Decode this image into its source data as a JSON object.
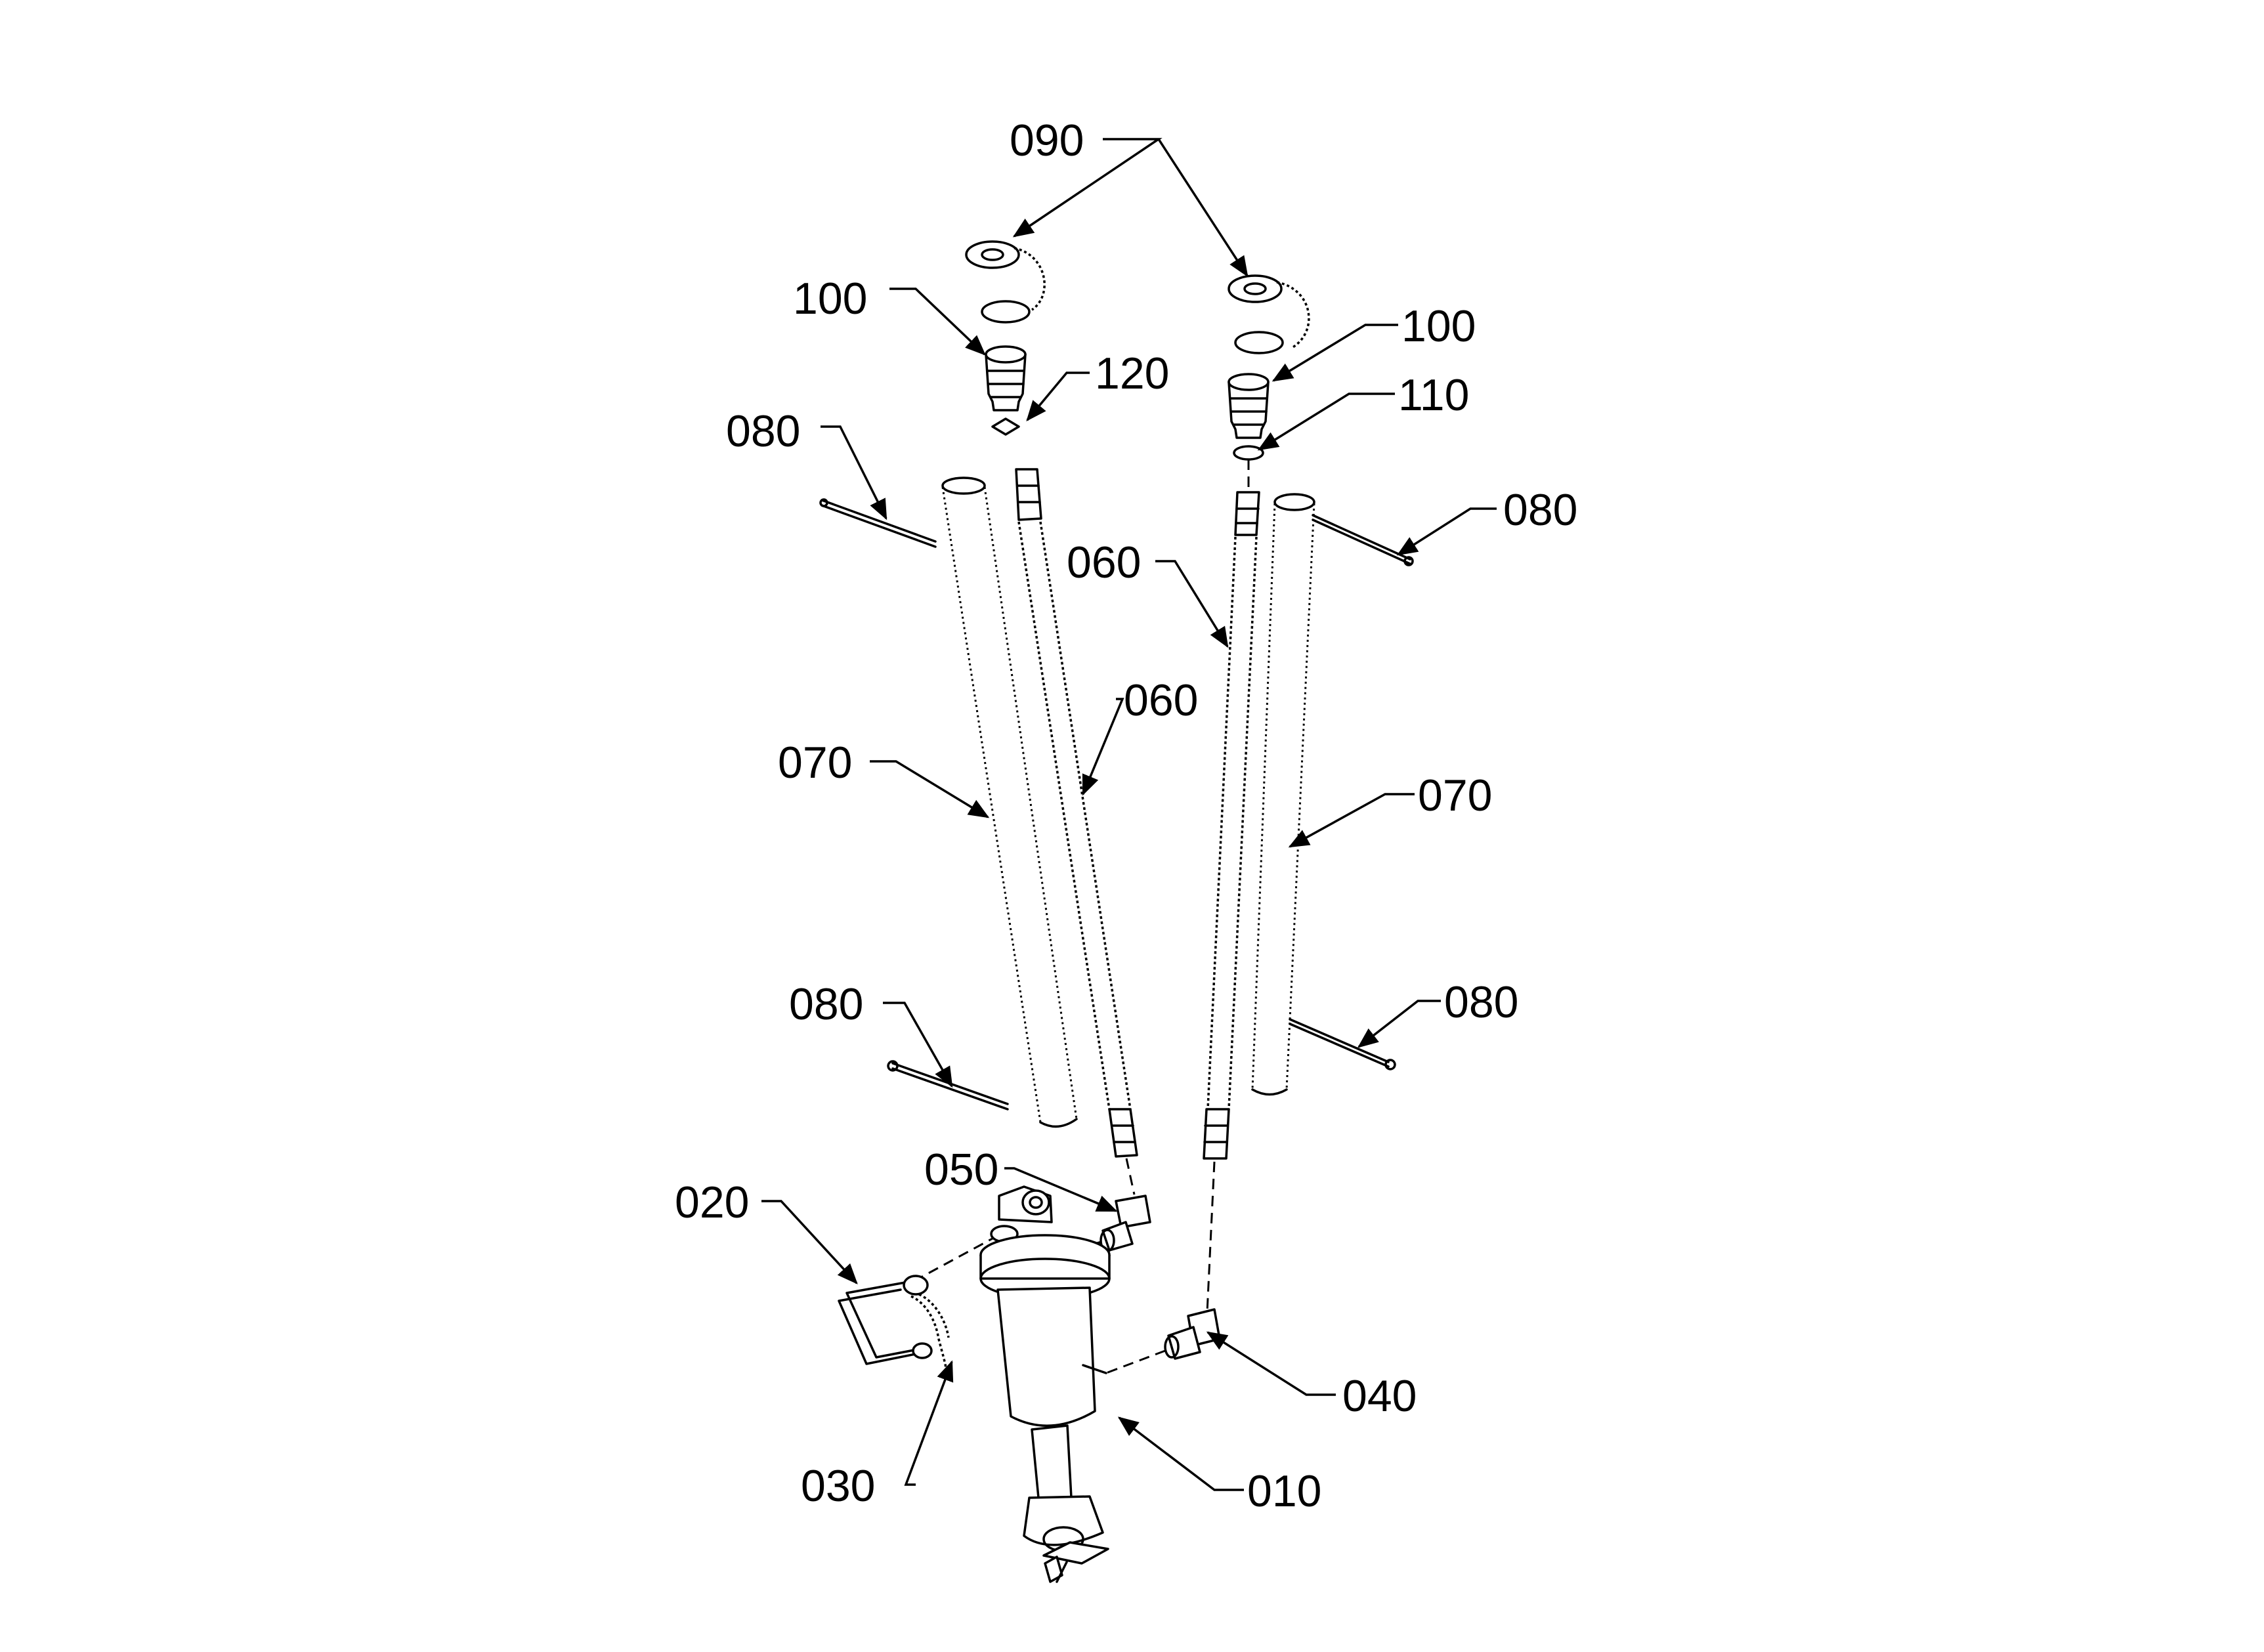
{
  "labels": {
    "l090": "090",
    "l100_left": "100",
    "l100_right": "100",
    "l120": "120",
    "l110": "110",
    "l080_upper_left": "080",
    "l080_upper_right": "080",
    "l080_lower_left": "080",
    "l080_lower_right": "080",
    "l060_left": "060",
    "l060_right": "060",
    "l070_left": "070",
    "l070_right": "070",
    "l050": "050",
    "l020": "020",
    "l030": "030",
    "l040": "040",
    "l010": "010"
  }
}
